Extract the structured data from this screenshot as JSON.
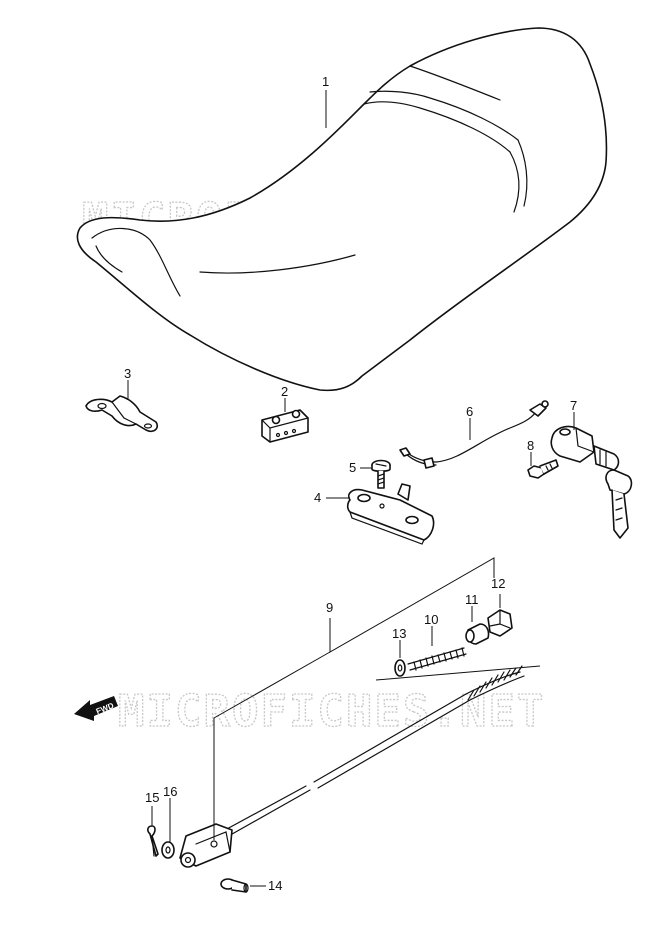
{
  "watermark": {
    "text": "MICROFICHES.NET"
  },
  "fwd_label": "FWD",
  "callouts": {
    "c1": "1",
    "c2": "2",
    "c3": "3",
    "c4": "4",
    "c5": "5",
    "c6": "6",
    "c7": "7",
    "c8": "8",
    "c9": "9",
    "c10": "10",
    "c11": "11",
    "c12": "12",
    "c13": "13",
    "c14": "14",
    "c15": "15",
    "c16": "16"
  }
}
